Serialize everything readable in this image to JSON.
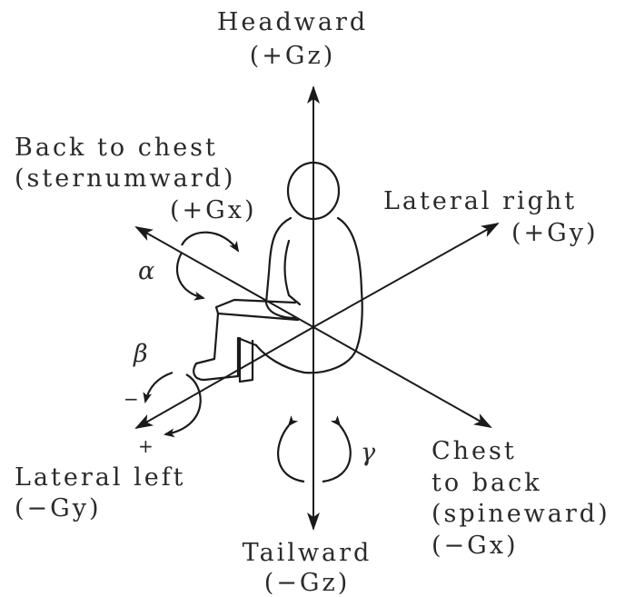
{
  "axes": {
    "headward": {
      "name": "Headward",
      "code": "(+Gz)"
    },
    "tailward": {
      "name": "Tailward",
      "code": "(−Gz)"
    },
    "back_to_chest": {
      "line1": "Back to chest",
      "line2": "(sternumward)",
      "code": "(+Gx)"
    },
    "chest_to_back": {
      "line1": "Chest",
      "line2": "to back",
      "line3": "(spineward)",
      "code": "(−Gx)"
    },
    "lateral_right": {
      "name": "Lateral right",
      "code": "(+Gy)"
    },
    "lateral_left": {
      "name": "Lateral left",
      "code": "(−Gy)"
    }
  },
  "rotations": {
    "alpha": "α",
    "beta": "β",
    "gamma": "γ",
    "minus": "−",
    "plus": "+"
  }
}
